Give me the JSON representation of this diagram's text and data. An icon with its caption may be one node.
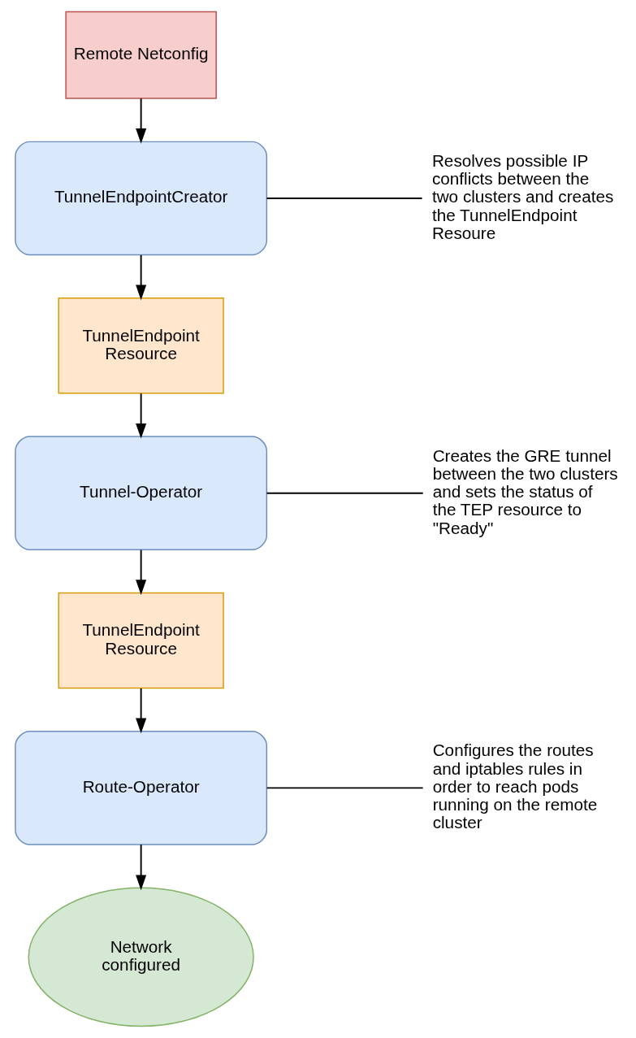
{
  "diagram": {
    "nodes": [
      {
        "text": [
          "Remote Netconfig"
        ]
      },
      {
        "text": [
          "TunnelEndpointCreator"
        ]
      },
      {
        "text": [
          "Resolves possible IP conflicts between the two clusters and creates the TunnelEndpoint Resoure"
        ]
      },
      {
        "text": [
          "TunnelEndpoint Resource"
        ]
      },
      {
        "text": [
          "Tunnel-Operator"
        ]
      },
      {
        "text": [
          "Creates the GRE tunnel between the two clusters and sets the status of the TEP resource to \"Ready\""
        ]
      },
      {
        "text": [
          "TunnelEndpoint Resource"
        ]
      },
      {
        "text": [
          "Route-Operator"
        ]
      },
      {
        "text": [
          "Configures the routes and iptables rules in order to reach pods running on the remote cluster"
        ]
      },
      {
        "text": [
          "Network configured"
        ]
      }
    ],
    "edges": [
      {
        "from": 0,
        "to": 1,
        "arrow": "to"
      },
      {
        "from": 1,
        "to": 2,
        "arrow": "none"
      },
      {
        "from": 1,
        "to": 3,
        "arrow": "to"
      },
      {
        "from": 3,
        "to": 4,
        "arrow": "to"
      },
      {
        "from": 4,
        "to": 5,
        "arrow": "none"
      },
      {
        "from": 4,
        "to": 6,
        "arrow": "to"
      },
      {
        "from": 6,
        "to": 7,
        "arrow": "to"
      },
      {
        "from": 7,
        "to": 8,
        "arrow": "none"
      },
      {
        "from": 7,
        "to": 9,
        "arrow": "to"
      }
    ]
  }
}
